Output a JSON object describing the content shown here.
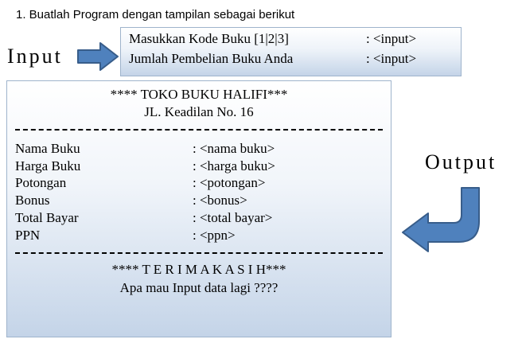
{
  "heading": "1.  Buatlah Program dengan tampilan sebagai berikut",
  "input_label": "Input",
  "output_label": "Output",
  "input_box": {
    "rows": [
      {
        "label": "Masukkan Kode Buku [1|2|3]",
        "value": ": <input>"
      },
      {
        "label": "Jumlah Pembelian Buku Anda",
        "value": ": <input>"
      }
    ]
  },
  "output_box": {
    "store_name": "**** TOKO BUKU HALIFI***",
    "address": "JL. Keadilan No. 16",
    "fields": [
      {
        "label": "Nama Buku",
        "value": ": <nama buku>"
      },
      {
        "label": "Harga Buku",
        "value": ": <harga buku>"
      },
      {
        "label": "Potongan",
        "value": ": <potongan>"
      },
      {
        "label": "Bonus",
        "value": ": <bonus>"
      },
      {
        "label": "Total Bayar",
        "value": ": <total bayar>"
      },
      {
        "label": "PPN",
        "value": ": <ppn>"
      }
    ],
    "thanks": "**** T E R I M A K A S I H***",
    "prompt": "Apa mau Input data lagi ????"
  },
  "colors": {
    "arrow_fill": "#4f81bd",
    "arrow_stroke": "#385d8a",
    "box_border": "#9fb4cc"
  },
  "icons": {
    "input_arrow": "arrow-right-icon",
    "output_arrow": "curved-arrow-down-left-icon"
  }
}
